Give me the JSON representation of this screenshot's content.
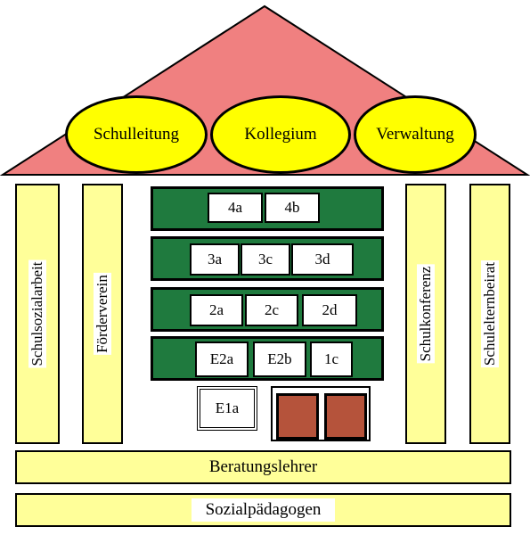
{
  "roof": {
    "color": "#f08080",
    "ovals": [
      {
        "label": "Schulleitung"
      },
      {
        "label": "Kollegium"
      },
      {
        "label": "Verwaltung"
      }
    ]
  },
  "pillars": {
    "left": [
      {
        "label": "Schulsozialarbeit"
      },
      {
        "label": "Förderverein"
      }
    ],
    "right": [
      {
        "label": "Schulkonferenz"
      },
      {
        "label": "Schulelternbeirat"
      }
    ]
  },
  "classes": {
    "row4": [
      "4a",
      "4b"
    ],
    "row3": [
      "3a",
      "3c",
      "3d"
    ],
    "row2": [
      "2a",
      "2c",
      "2d"
    ],
    "row1": [
      "E2a",
      "E2b",
      "1c"
    ],
    "entry": "E1a"
  },
  "beams": {
    "upper": "Beratungslehrer",
    "lower": "Sozialpädagogen"
  },
  "colors": {
    "roof": "#f08080",
    "oval": "#ffff00",
    "pillar": "#ffff99",
    "band": "#1f7a3e",
    "door": "#b5533b"
  }
}
